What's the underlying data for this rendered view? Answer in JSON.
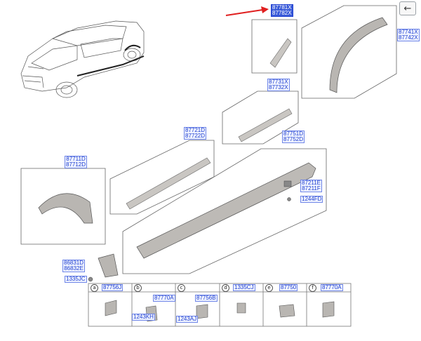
{
  "navigation": {
    "back_icon": "arrow-left-icon",
    "back_glyph": "←"
  },
  "colors": {
    "label_blue": "#1f3fd1",
    "label_bg": "#eef2ff",
    "highlight": "#3a5bd9",
    "arrow_red": "#e02020",
    "part_gray": "#b9b6b2"
  },
  "callouts": {
    "p87781": "87781X\n87782X",
    "p87741": "87741X\n87742X",
    "p87731": "87731X\n87732X",
    "p87721": "87721D\n87722D",
    "p87751": "87751D\n87752D",
    "p87711": "87711D\n87712D",
    "p87211": "87211E\n87211F",
    "p1244": "1244FD",
    "p86831": "86831D\n86832E",
    "p1335": "1335JC"
  },
  "legend": {
    "cells": [
      {
        "letter": "a",
        "part": "87756J",
        "sub": []
      },
      {
        "letter": "b",
        "part": "87770A",
        "sub": [
          "1243KH"
        ]
      },
      {
        "letter": "c",
        "part": "87756B",
        "sub": [
          "1243AJ"
        ]
      },
      {
        "letter": "d",
        "part": "1335CJ",
        "sub": []
      },
      {
        "letter": "e",
        "part": "87750",
        "sub": []
      },
      {
        "letter": "f",
        "part": "87770A",
        "sub": []
      }
    ]
  }
}
